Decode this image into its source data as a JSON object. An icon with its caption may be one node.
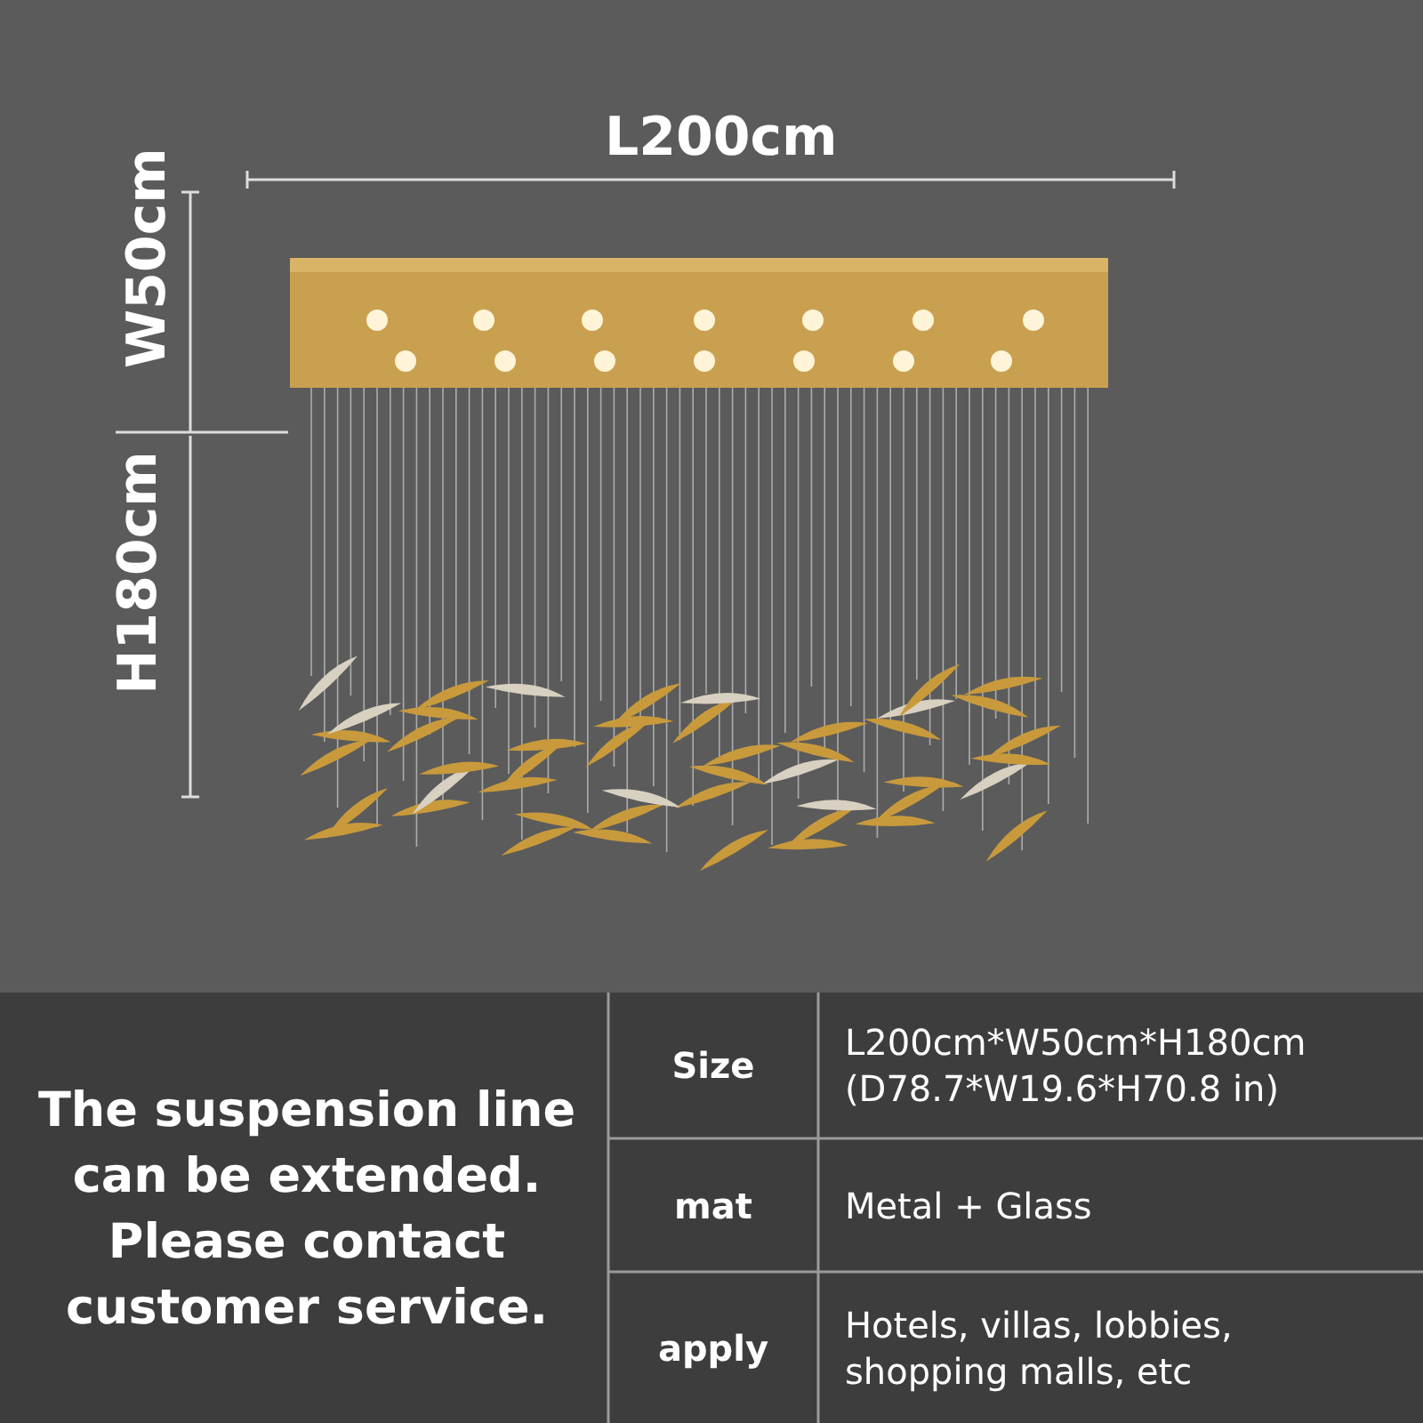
{
  "diagram": {
    "labels": [
      "L200cm",
      "W50cm",
      "H180cm",
      "The suspension line can be extended. Please contact customer service.",
      "Size",
      "L200cm*W50cm*H180cm (D78.7*W19.6*H70.8 in)",
      "mat",
      "Metal + Glass",
      "apply",
      "Hotels, villas, lobbies, shopping malls, etc"
    ]
  }
}
